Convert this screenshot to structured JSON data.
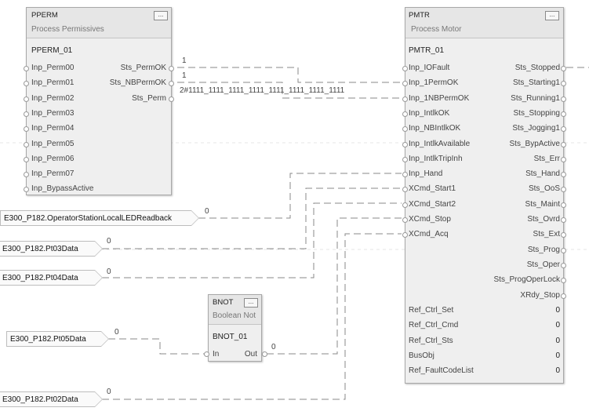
{
  "pperm": {
    "name": "PPERM",
    "desc": "Process Permissives",
    "tag": "PPERM_01",
    "more": "...",
    "inputs": [
      "Inp_Perm00",
      "Inp_Perm01",
      "Inp_Perm02",
      "Inp_Perm03",
      "Inp_Perm04",
      "Inp_Perm05",
      "Inp_Perm06",
      "Inp_Perm07",
      "Inp_BypassActive"
    ],
    "outputs": [
      "Sts_PermOK",
      "Sts_NBPermOK",
      "Sts_Perm"
    ]
  },
  "pmtr": {
    "name": "PMTR",
    "desc": "Process Motor",
    "tag": "PMTR_01",
    "more": "...",
    "inputs": [
      "Inp_IOFault",
      "Inp_1PermOK",
      "Inp_1NBPermOK",
      "Inp_IntlkOK",
      "Inp_NBIntlkOK",
      "Inp_IntlkAvailable",
      "Inp_IntlkTripInh",
      "Inp_Hand",
      "XCmd_Start1",
      "XCmd_Start2",
      "XCmd_Stop",
      "XCmd_Acq"
    ],
    "outputs": [
      "Sts_Stopped",
      "Sts_Starting1",
      "Sts_Running1",
      "Sts_Stopping",
      "Sts_Jogging1",
      "Sts_BypActive",
      "Sts_Err",
      "Sts_Hand",
      "Sts_OoS",
      "Sts_Maint",
      "Sts_Ovrd",
      "Sts_Ext",
      "Sts_Prog",
      "Sts_Oper",
      "Sts_ProgOperLock",
      "XRdy_Stop"
    ],
    "refs": [
      {
        "label": "Ref_Ctrl_Set",
        "value": "0"
      },
      {
        "label": "Ref_Ctrl_Cmd",
        "value": "0"
      },
      {
        "label": "Ref_Ctrl_Sts",
        "value": "0"
      },
      {
        "label": "BusObj",
        "value": "0"
      },
      {
        "label": "Ref_FaultCodeList",
        "value": "0"
      }
    ]
  },
  "bnot": {
    "name": "BNOT",
    "desc": "Boolean Not",
    "tag": "BNOT_01",
    "more": "...",
    "input": "In",
    "output": "Out"
  },
  "tags": [
    "E300_P182.OperatorStationLocalLEDReadback",
    "E300_P182.Pt03Data",
    "E300_P182.Pt04Data",
    "E300_P182.Pt05Data",
    "E300_P182.Pt02Data"
  ],
  "wire_values": {
    "permok": "1",
    "nbpermok": "1",
    "perm": "2#1111_1111_1111_1111_1111_1111_1111_1111",
    "led": "0",
    "pt03": "0",
    "pt04": "0",
    "pt05": "0",
    "pt02": "0",
    "bnot_out": "0"
  },
  "colors": {
    "wire": "#888888",
    "block_bg": "#efefef",
    "block_border": "#a8a8a8"
  }
}
